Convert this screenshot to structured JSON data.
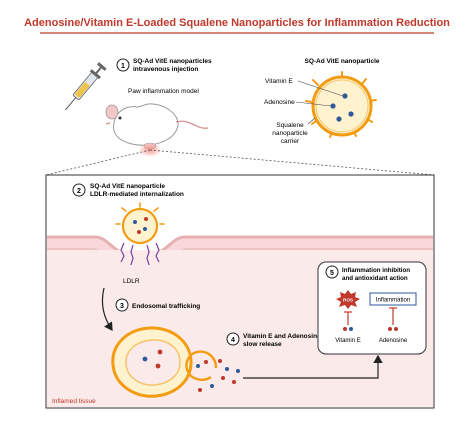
{
  "title": "Adenosine/Vitamin E-Loaded Squalene Nanoparticles for Inflammation Reduction",
  "colors": {
    "title": "#c0392b",
    "nanoparticle_shell": "#f39c12",
    "nanoparticle_core": "#fff3cf",
    "vitamin_e": "#2e5a9c",
    "adenosine": "#c0392b",
    "tissue": "#f7d7d7",
    "inhibition": "#c0392b",
    "receptor": "#7a3fa0"
  },
  "step1": {
    "number": "1",
    "line1": "SQ-Ad VitE nanoparticles",
    "line2": "intravenous injection",
    "model_label": "Paw inflammation model"
  },
  "nanoparticle_diagram": {
    "title": "SQ-Ad VitE nanoparticle",
    "vitamin_e_label": "Vitamin E",
    "adenosine_label": "Adenosine",
    "carrier_line1": "Squalene",
    "carrier_line2": "nanoparticle",
    "carrier_line3": "carrier"
  },
  "step2": {
    "number": "2",
    "line1": "SQ-Ad VitE nanoparticle",
    "line2": "LDLR-mediated internalization",
    "receptor_label": "LDLR"
  },
  "step3": {
    "number": "3",
    "label": "Endosomal trafficking"
  },
  "step4": {
    "number": "4",
    "line1": "Vitamin E and Adenosine",
    "line2": "slow release"
  },
  "step5": {
    "number": "5",
    "line1": "Inflammation inhibition",
    "line2": "and antioxidant action",
    "ros_label": "ROS",
    "inflammation_label": "Inflammation",
    "vitamin_e_label": "Vitamin E",
    "adenosine_label": "Adenosine"
  },
  "tissue_label": "Inflamed tissue"
}
